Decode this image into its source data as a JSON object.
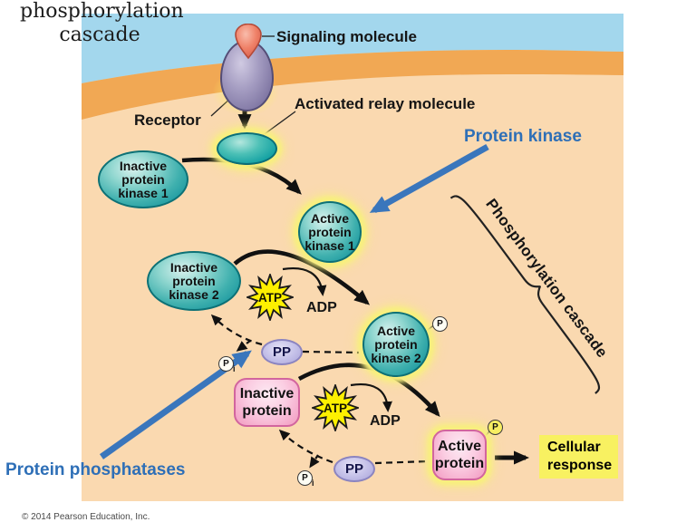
{
  "page": {
    "title_line1": "phosphorylation",
    "title_line2": "cascade",
    "copyright": "© 2014 Pearson Education, Inc."
  },
  "labels": {
    "signaling_molecule": "Signaling molecule",
    "receptor": "Receptor",
    "activated_relay_molecule": "Activated relay molecule",
    "protein_kinase": "Protein kinase",
    "protein_phosphatases": "Protein phosphatases",
    "phosphorylation_cascade": "Phosphorylation cascade"
  },
  "molecules": {
    "inactive_pk1": [
      "Inactive",
      "protein",
      "kinase 1"
    ],
    "active_pk1": [
      "Active",
      "protein",
      "kinase 1"
    ],
    "inactive_pk2": [
      "Inactive",
      "protein",
      "kinase 2"
    ],
    "active_pk2": [
      "Active",
      "protein",
      "kinase 2"
    ],
    "inactive_protein": [
      "Inactive",
      "protein"
    ],
    "active_protein": [
      "Active",
      "protein"
    ],
    "cellular_response": [
      "Cellular",
      "response"
    ],
    "atp": "ATP",
    "adp": "ADP",
    "pp": "PP",
    "phosphate": "P",
    "phosphate_sub": "i"
  },
  "colors": {
    "extracellular_blue": "#a3d7ed",
    "membrane_orange": "#f1a854",
    "cytoplasm_tan": "#fad9b0",
    "kinase_teal": "#2aa5a5",
    "protein_pink": "#f6b8d4",
    "highlight_yellow": "#f8f07d",
    "atp_yellow": "#fdf000",
    "response_yellow": "#f8f161",
    "arrow_blue": "#3a76bc",
    "phosphatase_purple": "#b7b2e2"
  }
}
